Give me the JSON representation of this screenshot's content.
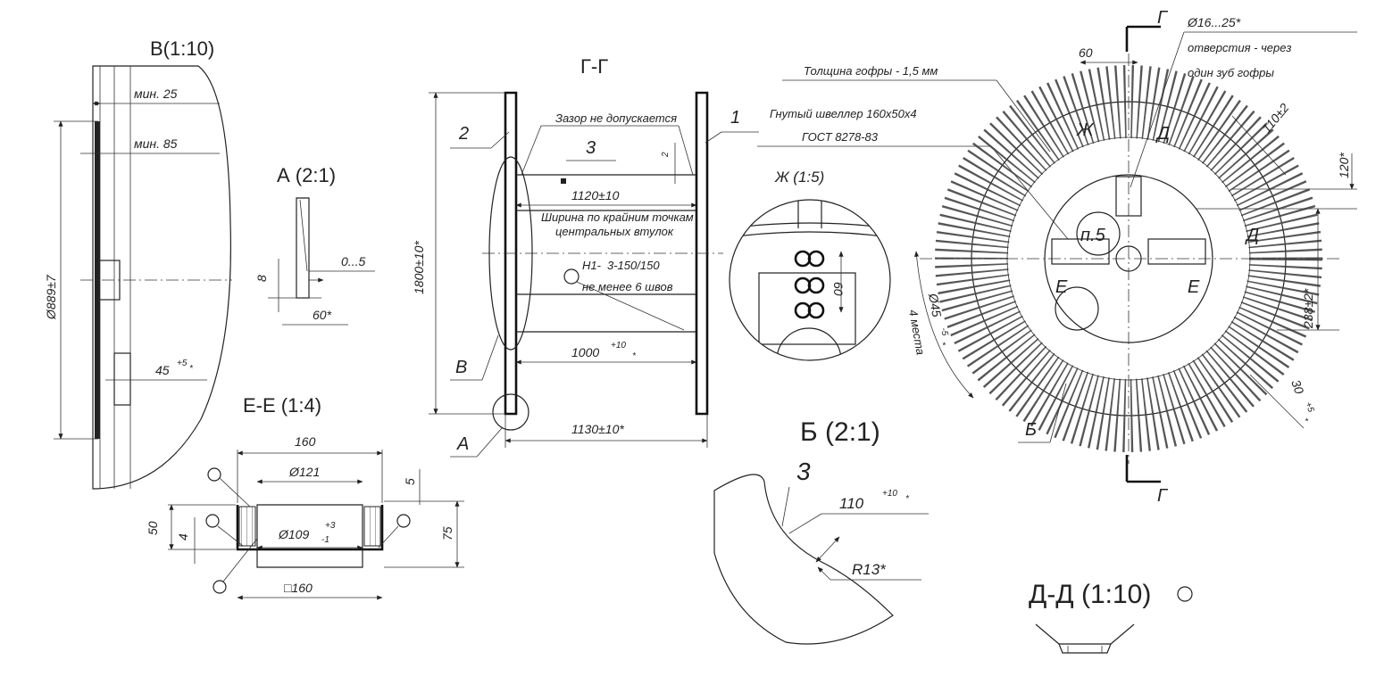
{
  "views": {
    "v_detail": {
      "title": "В(1:10)",
      "dims": [
        "мин. 25",
        "мин. 85",
        "Ø889±7",
        "45",
        "+5",
        "*"
      ]
    },
    "a_detail": {
      "title": "А (2:1)",
      "dims": [
        "0...5",
        "8",
        "60*"
      ]
    },
    "e_section": {
      "title": "Е-Е (1:4)",
      "dims": [
        "160",
        "Ø121",
        "Ø109",
        "+3",
        "-1",
        "□160",
        "50",
        "4",
        "5",
        "75"
      ]
    },
    "g_section": {
      "title": "Г-Г",
      "callouts": [
        "1",
        "2",
        "3",
        "В",
        "А"
      ],
      "notes": [
        "Зазор не допускается",
        "Ширина по крайним точкам",
        "центральных втулок",
        "Н1-",
        "3-150/150",
        "не менее 6 швов"
      ],
      "dims": [
        "1120±10",
        "1800±10*",
        "1000",
        "+10",
        "*",
        "1130±10*",
        "2"
      ]
    },
    "zh_detail": {
      "title": "Ж (1:5)",
      "dims": [
        "60"
      ]
    },
    "b_detail": {
      "title": "Б (2:1)",
      "callout": "3",
      "dims": [
        "110",
        "+10",
        "*",
        "R13*"
      ]
    },
    "d_section": {
      "title": "Д-Д (1:10)"
    },
    "main_view": {
      "notes": [
        "Толщина гофры - 1,5 мм",
        "Гнутый швеллер 160х50х4",
        "ГОСТ 8278-83",
        "отверстия - через",
        "один зуб гофры"
      ],
      "dims": [
        "Ø16...25*",
        "60",
        "110±2",
        "120*",
        "238±2*",
        "30",
        "+5",
        "*",
        "Ø45",
        "-5",
        "*",
        "4 места"
      ],
      "labels": [
        "Г",
        "Г",
        "Ж",
        "Д",
        "Д",
        "Е",
        "Е",
        "Б",
        "п.5"
      ]
    }
  }
}
